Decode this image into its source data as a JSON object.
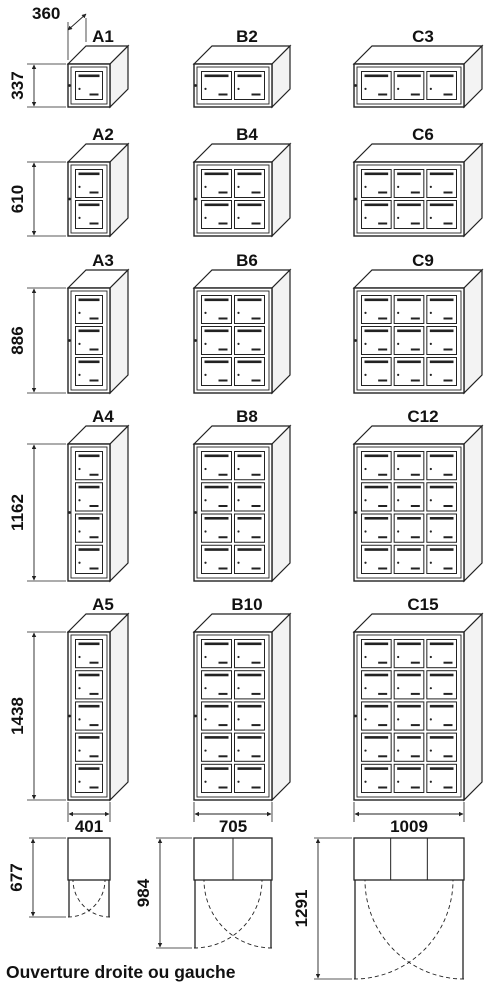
{
  "depth_label": "360",
  "columns": [
    {
      "width_label": "401",
      "rows": 1,
      "cols": 1
    },
    {
      "width_label": "705",
      "rows": 1,
      "cols": 2
    },
    {
      "width_label": "1009",
      "rows": 1,
      "cols": 3
    }
  ],
  "height_labels": [
    "337",
    "610",
    "886",
    "1162",
    "1438"
  ],
  "models": [
    [
      "A1",
      "B2",
      "C3"
    ],
    [
      "A2",
      "B4",
      "C6"
    ],
    [
      "A3",
      "B6",
      "C9"
    ],
    [
      "A4",
      "B8",
      "C12"
    ],
    [
      "A5",
      "B10",
      "C15"
    ]
  ],
  "door_clearances": [
    "677",
    "984",
    "1291"
  ],
  "caption": "Ouverture droite ou gauche",
  "colors": {
    "line": "#222222",
    "fill": "#ffffff",
    "shade": "#f3f3f3"
  }
}
